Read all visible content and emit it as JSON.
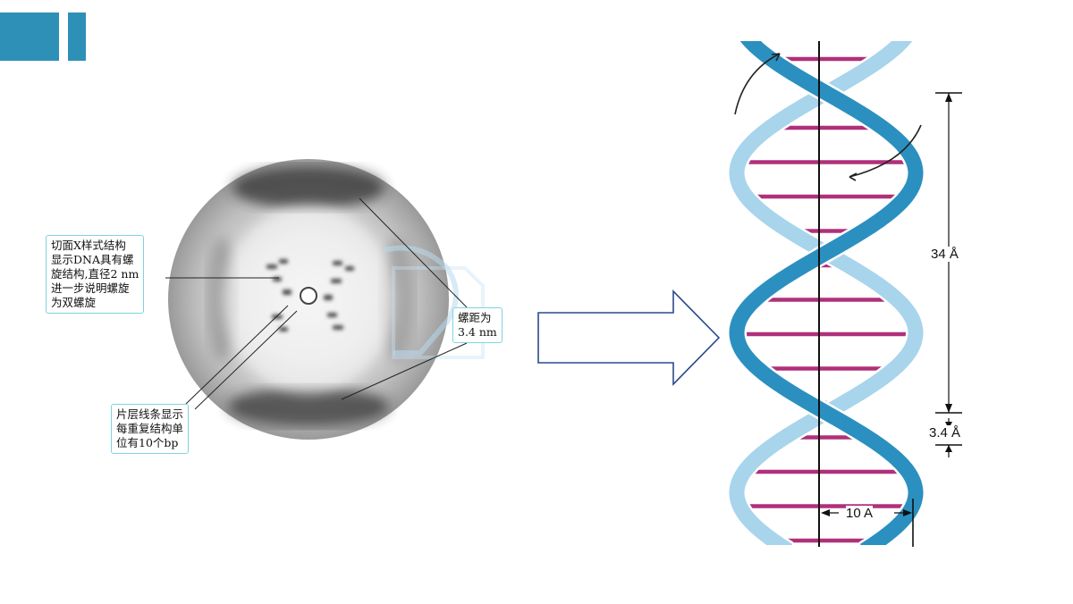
{
  "diffraction": {
    "callout_left": [
      "切面X样式结构",
      "显示DNA具有螺",
      "旋结构,直径2 nm",
      "进一步说明螺旋",
      "为双螺旋"
    ],
    "callout_pitch": [
      "螺距为",
      "3.4 nm"
    ],
    "callout_bottom": [
      "片层线条显示",
      "每重复结构单",
      "位有10个bp"
    ]
  },
  "helix": {
    "pitch_label": "34 Å",
    "rise_label": "3.4 Å",
    "width_label": "10 A"
  },
  "colors": {
    "accent": "#2e8fb7",
    "strand_dark": "#2b90c0",
    "strand_light": "#a8d4ec",
    "base_pair": "#b0307a",
    "callout_border": "#7fd3df",
    "arrow_stroke": "#2a4a8a"
  }
}
